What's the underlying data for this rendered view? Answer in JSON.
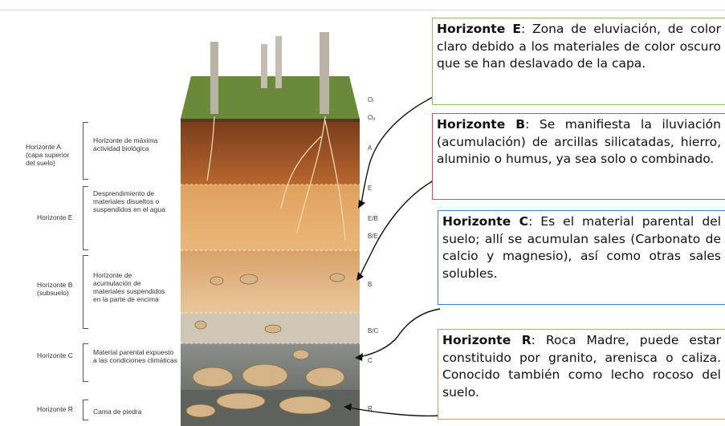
{
  "left_labels": [
    {
      "name": "horizon-a-label",
      "text": "Horizonte A (capa superior del suelo)"
    },
    {
      "name": "horizon-e-label",
      "text": "Horizonte E"
    },
    {
      "name": "horizon-b-label",
      "text": "Horizonte B (subsuelo)"
    },
    {
      "name": "horizon-c-label",
      "text": "Horizonte C"
    },
    {
      "name": "horizon-r-label",
      "text": "Horizonte R"
    }
  ],
  "descriptions": [
    "Horizonte de máxima actividad biológica",
    "Desprendimiento de materiales disueltos o suspendidos en el agua",
    "Horizonte de acumulación de materiales suspendidos en la parte de encima",
    "Material parental expuesto a las condiciones climáticas",
    "Cama de piedra"
  ],
  "layer_labels": [
    "Oᵢ",
    "Oₐ",
    "A",
    "E",
    "E/B",
    "B/E",
    "B",
    "B/C",
    "C",
    "R"
  ],
  "boxes": [
    {
      "title": "Horizonte E",
      "text": ": Zona de eluviación, de color claro debido a los materiales de color oscuro que se han deslavado de la capa.",
      "border": "#8fbf5a"
    },
    {
      "title": "Horizonte B",
      "text": ": Se manifiesta la iluviación (acumulación) de arcillas silicatadas, hierro, aluminio o humus, ya sea solo o combinado.",
      "border": "#d9534f"
    },
    {
      "title": "Horizonte C",
      "text": ": Es el material parental del suelo; allí se acumulan sales (Carbonato de calcio y magnesio), así como otras sales solubles.",
      "border": "#4a7ebb"
    },
    {
      "title": "Horizonte R",
      "text": ": Roca Madre, puede estar constituido por granito, arenisca o caliza. Conocido también como lecho rocoso del suelo.",
      "border": "#e6954a"
    }
  ]
}
